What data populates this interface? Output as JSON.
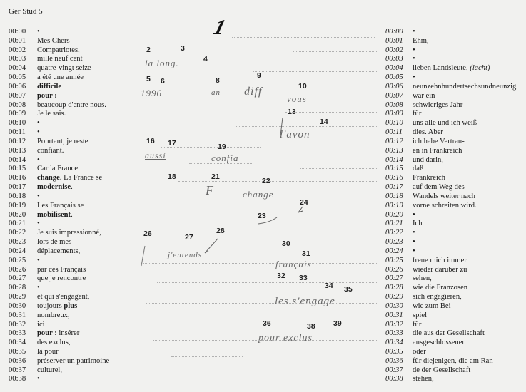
{
  "header": {
    "title": "Ger Stud 5"
  },
  "left_transcript": [
    {
      "time": "00:00",
      "text": "•"
    },
    {
      "time": "00:01",
      "text": "Mes Chers"
    },
    {
      "time": "00:02",
      "text": "Compatriotes,"
    },
    {
      "time": "00:03",
      "text": "mille neuf cent"
    },
    {
      "time": "00:04",
      "text": "quatre-vingt seize"
    },
    {
      "time": "00:05",
      "text": "a été une année"
    },
    {
      "time": "00:06",
      "text": "difficile",
      "bold": "difficile",
      "rest": ""
    },
    {
      "time": "00:07",
      "text": "pour :",
      "bold": "pour :",
      "rest": ""
    },
    {
      "time": "00:08",
      "text": "beaucoup d'entre nous."
    },
    {
      "time": "00:09",
      "text": "Je le sais."
    },
    {
      "time": "00:10",
      "text": "•"
    },
    {
      "time": "00:11",
      "text": "•"
    },
    {
      "time": "00:12",
      "text": "Pourtant, je reste"
    },
    {
      "time": "00:13",
      "text": "confiant."
    },
    {
      "time": "00:14",
      "text": "•"
    },
    {
      "time": "00:15",
      "text": "Car la France"
    },
    {
      "time": "00:16",
      "text": "change. La France se",
      "bold": "change",
      "rest": ". La France se"
    },
    {
      "time": "00:17",
      "text": "modernise.",
      "bold": "modernise",
      "rest": "."
    },
    {
      "time": "00:18",
      "text": "•"
    },
    {
      "time": "00:19",
      "text": "Les Français se"
    },
    {
      "time": "00:20",
      "text": "mobilisent.",
      "bold": "mobilisent",
      "rest": "."
    },
    {
      "time": "00:21",
      "text": "•"
    },
    {
      "time": "00:22",
      "text": "Je suis impressionné,"
    },
    {
      "time": "00:23",
      "text": "lors de mes"
    },
    {
      "time": "00:24",
      "text": "déplacements,"
    },
    {
      "time": "00:25",
      "text": "•"
    },
    {
      "time": "00:26",
      "text": "par ces Français"
    },
    {
      "time": "00:27",
      "text": "que je rencontre"
    },
    {
      "time": "00:28",
      "text": "•"
    },
    {
      "time": "00:29",
      "text": "et qui s'engagent,"
    },
    {
      "time": "00:30",
      "text": "toujours plus",
      "pre": "toujours ",
      "bold": "plus",
      "rest": ""
    },
    {
      "time": "00:31",
      "text": "nombreux,"
    },
    {
      "time": "00:32",
      "text": "ici"
    },
    {
      "time": "00:33",
      "text": "pour : insérer",
      "bold": "pour :",
      "rest": " insérer"
    },
    {
      "time": "00:34",
      "text": "des exclus,"
    },
    {
      "time": "00:35",
      "text": "là pour"
    },
    {
      "time": "00:36",
      "text": "préserver un patrimoine"
    },
    {
      "time": "00:37",
      "text": "culturel,"
    },
    {
      "time": "00:38",
      "text": "•"
    }
  ],
  "right_transcript": [
    {
      "time": "00:00",
      "text": "•"
    },
    {
      "time": "00:01",
      "text": "Ehm,"
    },
    {
      "time": "00:02",
      "text": "•"
    },
    {
      "time": "00:03",
      "text": "•"
    },
    {
      "time": "00:04",
      "text": "lieben Landsleute, ",
      "italic": "(lacht)"
    },
    {
      "time": "00:05",
      "text": "•"
    },
    {
      "time": "00:06",
      "text": "neunzehnhundertsechsundneunzig"
    },
    {
      "time": "00:07",
      "text": "war ein"
    },
    {
      "time": "00:08",
      "text": "schwieriges Jahr"
    },
    {
      "time": "00:09",
      "text": "für"
    },
    {
      "time": "00:10",
      "text": "uns alle und ich weiß"
    },
    {
      "time": "00:11",
      "text": "dies. Aber"
    },
    {
      "time": "00:12",
      "text": "ich habe Vertrau-"
    },
    {
      "time": "00:13",
      "text": "en in Frankreich"
    },
    {
      "time": "00:14",
      "text": "und darin,"
    },
    {
      "time": "00:15",
      "text": "daß"
    },
    {
      "time": "00:16",
      "text": "Frankreich"
    },
    {
      "time": "00:17",
      "text": "auf dem Weg des"
    },
    {
      "time": "00:18",
      "text": "Wandels weiter nach"
    },
    {
      "time": "00:19",
      "text": "vorne schreiten wird."
    },
    {
      "time": "00:20",
      "text": "•"
    },
    {
      "time": "00:21",
      "text": "Ich"
    },
    {
      "time": "00:22",
      "text": "•"
    },
    {
      "time": "00:23",
      "text": "•"
    },
    {
      "time": "00:24",
      "text": "•"
    },
    {
      "time": "00:25",
      "text": "freue mich immer"
    },
    {
      "time": "00:26",
      "text": "wieder darüber zu"
    },
    {
      "time": "00:27",
      "text": "sehen,"
    },
    {
      "time": "00:28",
      "text": "wie die Franzosen"
    },
    {
      "time": "00:29",
      "text": "sich engagieren,"
    },
    {
      "time": "00:30",
      "text": "wie zum Bei-"
    },
    {
      "time": "00:31",
      "text": "spiel"
    },
    {
      "time": "00:32",
      "text": "für"
    },
    {
      "time": "00:33",
      "text": "die aus der Gesellschaft"
    },
    {
      "time": "00:34",
      "text": "ausgeschlossenen"
    },
    {
      "time": "00:35",
      "text": "oder"
    },
    {
      "time": "00:36",
      "text": "für diejenigen, die am Ran-"
    },
    {
      "time": "00:37",
      "text": "de der Gesellschaft"
    },
    {
      "time": "00:38",
      "text": "stehen,"
    }
  ],
  "annotations": {
    "page_number": "1",
    "markers": [
      "2",
      "3",
      "4",
      "5",
      "6",
      "8",
      "9",
      "10",
      "13",
      "14",
      "16",
      "17",
      "18",
      "19",
      "21",
      "22",
      "23",
      "24",
      "26",
      "27",
      "28",
      "30",
      "31",
      "32",
      "33",
      "34",
      "35",
      "36",
      "38",
      "39"
    ],
    "handwriting": [
      "la long.",
      "1996",
      "an",
      "diff",
      "vous",
      "l'avon",
      "aussi",
      "confia",
      "F",
      "change",
      "j'entends",
      "français",
      "les s'engage",
      "pour exclus"
    ]
  }
}
